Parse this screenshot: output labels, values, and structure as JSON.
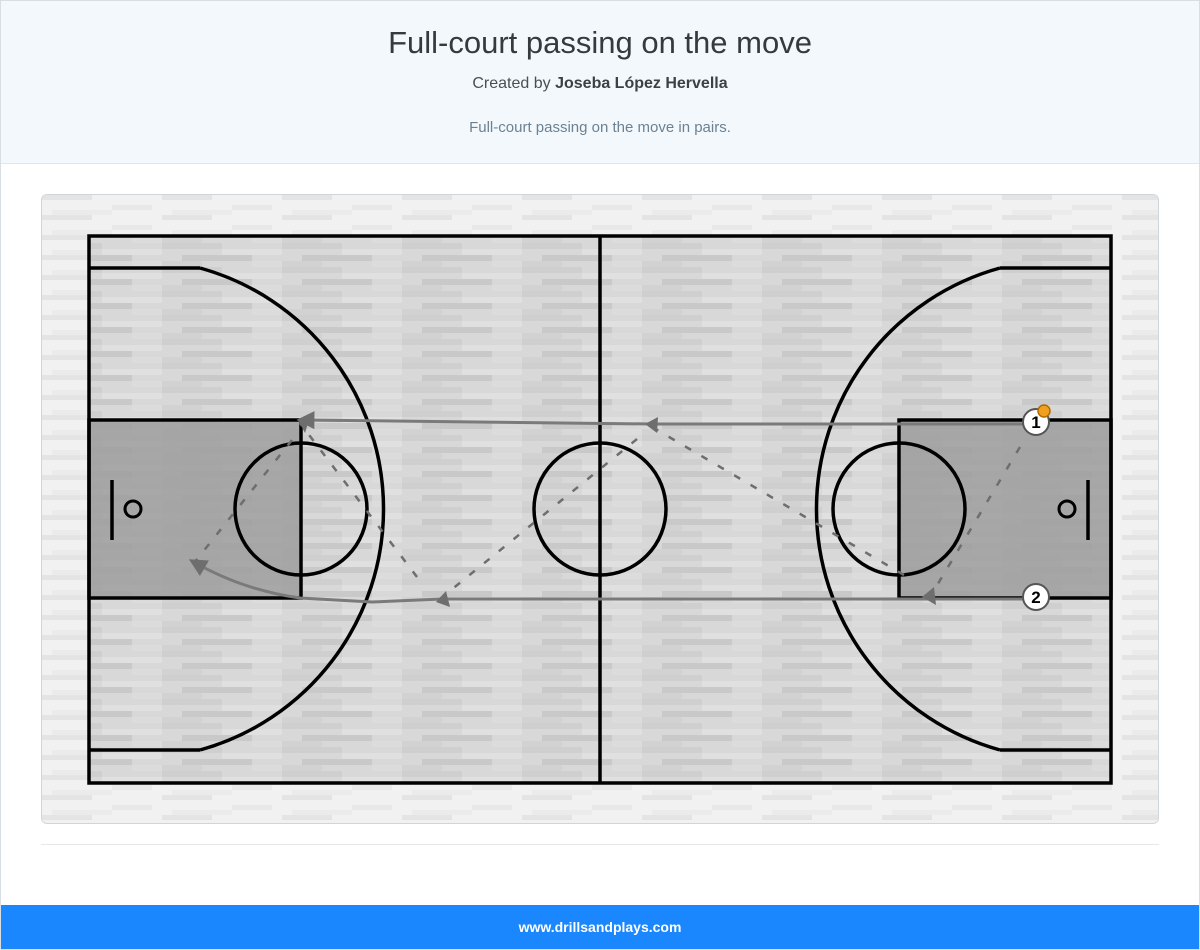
{
  "header": {
    "title": "Full-court passing on the move",
    "created_by_prefix": "Created by ",
    "author": "Joseba López Hervella",
    "description": "Full-court passing on the move in pairs."
  },
  "diagram": {
    "players": [
      {
        "label": "1",
        "has_ball": true
      },
      {
        "label": "2",
        "has_ball": false
      }
    ],
    "colors": {
      "court_floor": "#d6d6d6",
      "paint": "#9a9a9a",
      "lines": "#000000",
      "movement_path": "#7a7a7a",
      "pass_path": "#6e6e6e",
      "ball": "#f0a020"
    }
  },
  "footer": {
    "site": "www.drillsandplays.com"
  }
}
